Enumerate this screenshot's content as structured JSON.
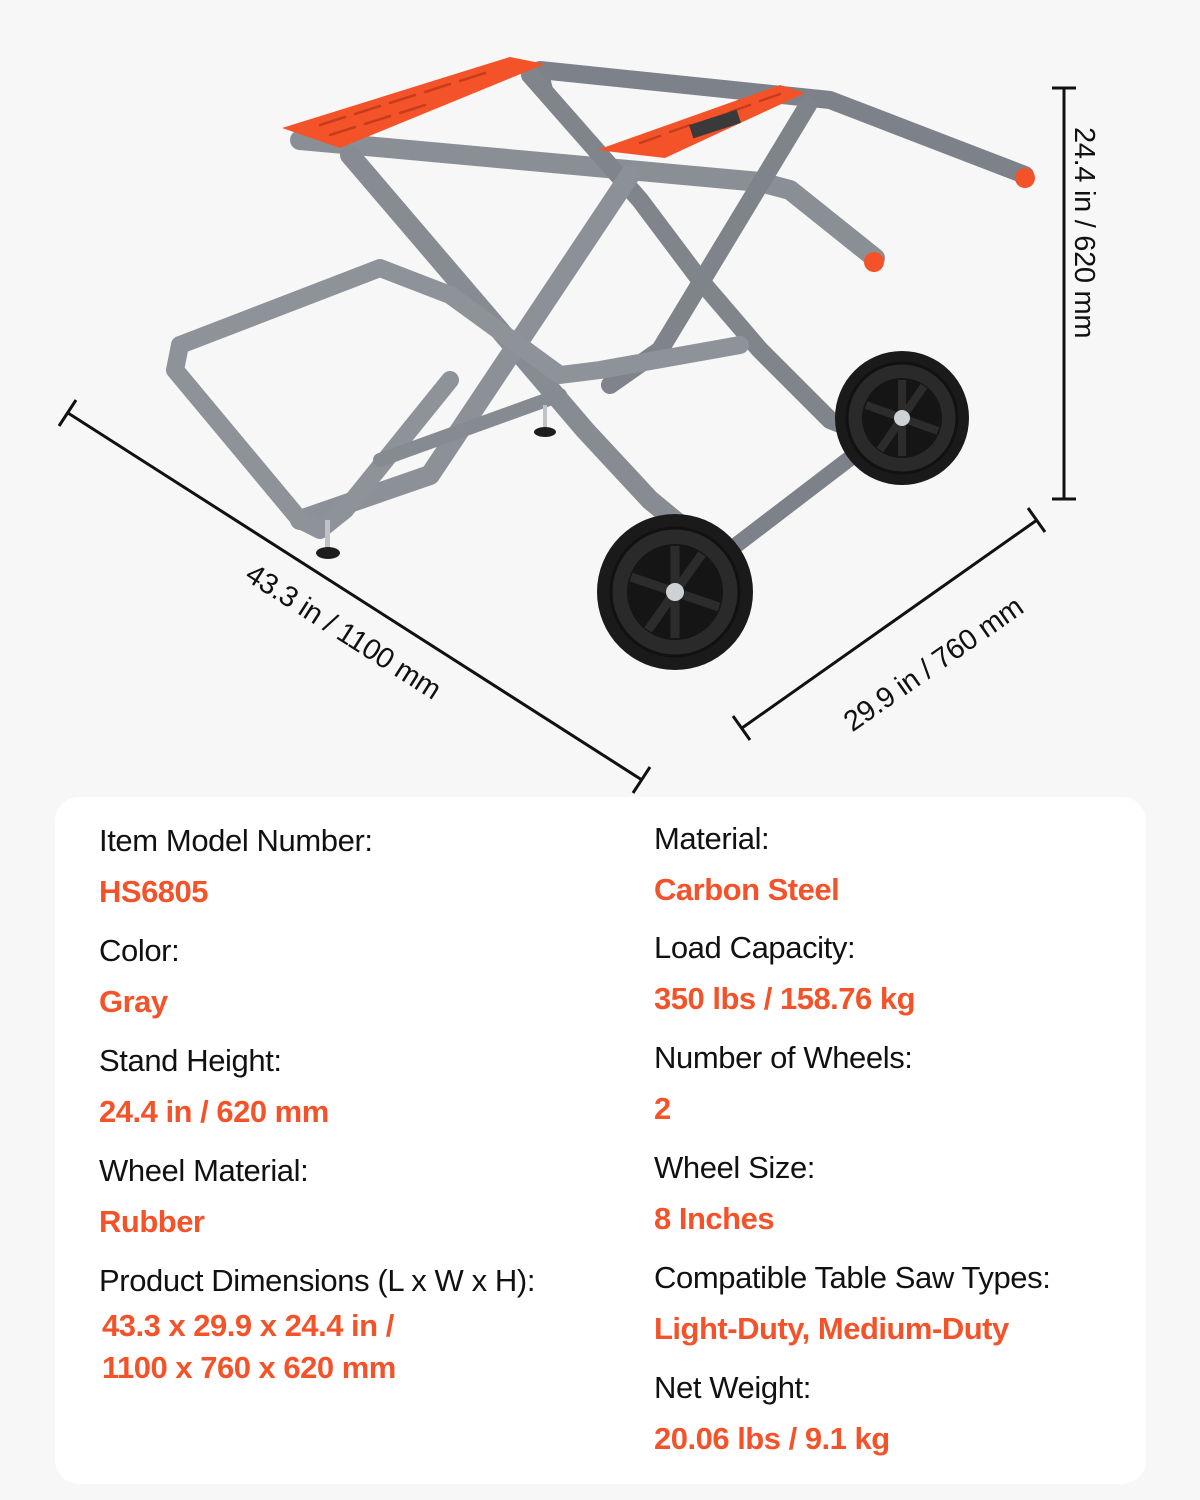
{
  "theme": {
    "accent": "#F4532A",
    "background": "#F7F7F7",
    "card": "#FFFFFF",
    "frame_gray": "#8A8F96",
    "text": "#111111"
  },
  "figure": {
    "subject": "Portable rolling table saw stand",
    "dimensions": {
      "height": "24.4 in / 620 mm",
      "length": "43.3 in / 1100 mm",
      "width": "29.9 in / 760 mm"
    }
  },
  "specs": {
    "left": [
      {
        "label": "Item Model Number:",
        "value": "HS6805"
      },
      {
        "label": "Color:",
        "value": "Gray"
      },
      {
        "label": "Stand Height:",
        "value": "24.4 in / 620 mm"
      },
      {
        "label": "Wheel Material:",
        "value": "Rubber"
      },
      {
        "label": "Product Dimensions (L x W x H):",
        "value_lines": [
          "43.3 x 29.9 x 24.4 in /",
          "1100 x 760 x 620 mm"
        ]
      }
    ],
    "right": [
      {
        "label": "Material:",
        "value": "Carbon Steel"
      },
      {
        "label": "Load Capacity:",
        "value": "350 lbs / 158.76 kg"
      },
      {
        "label": "Number of Wheels:",
        "value": "2"
      },
      {
        "label": "Wheel Size:",
        "value": "8 Inches"
      },
      {
        "label": "Compatible Table Saw Types:",
        "value": "Light-Duty, Medium-Duty"
      },
      {
        "label": "Net Weight:",
        "value": "20.06 lbs / 9.1 kg"
      }
    ]
  }
}
